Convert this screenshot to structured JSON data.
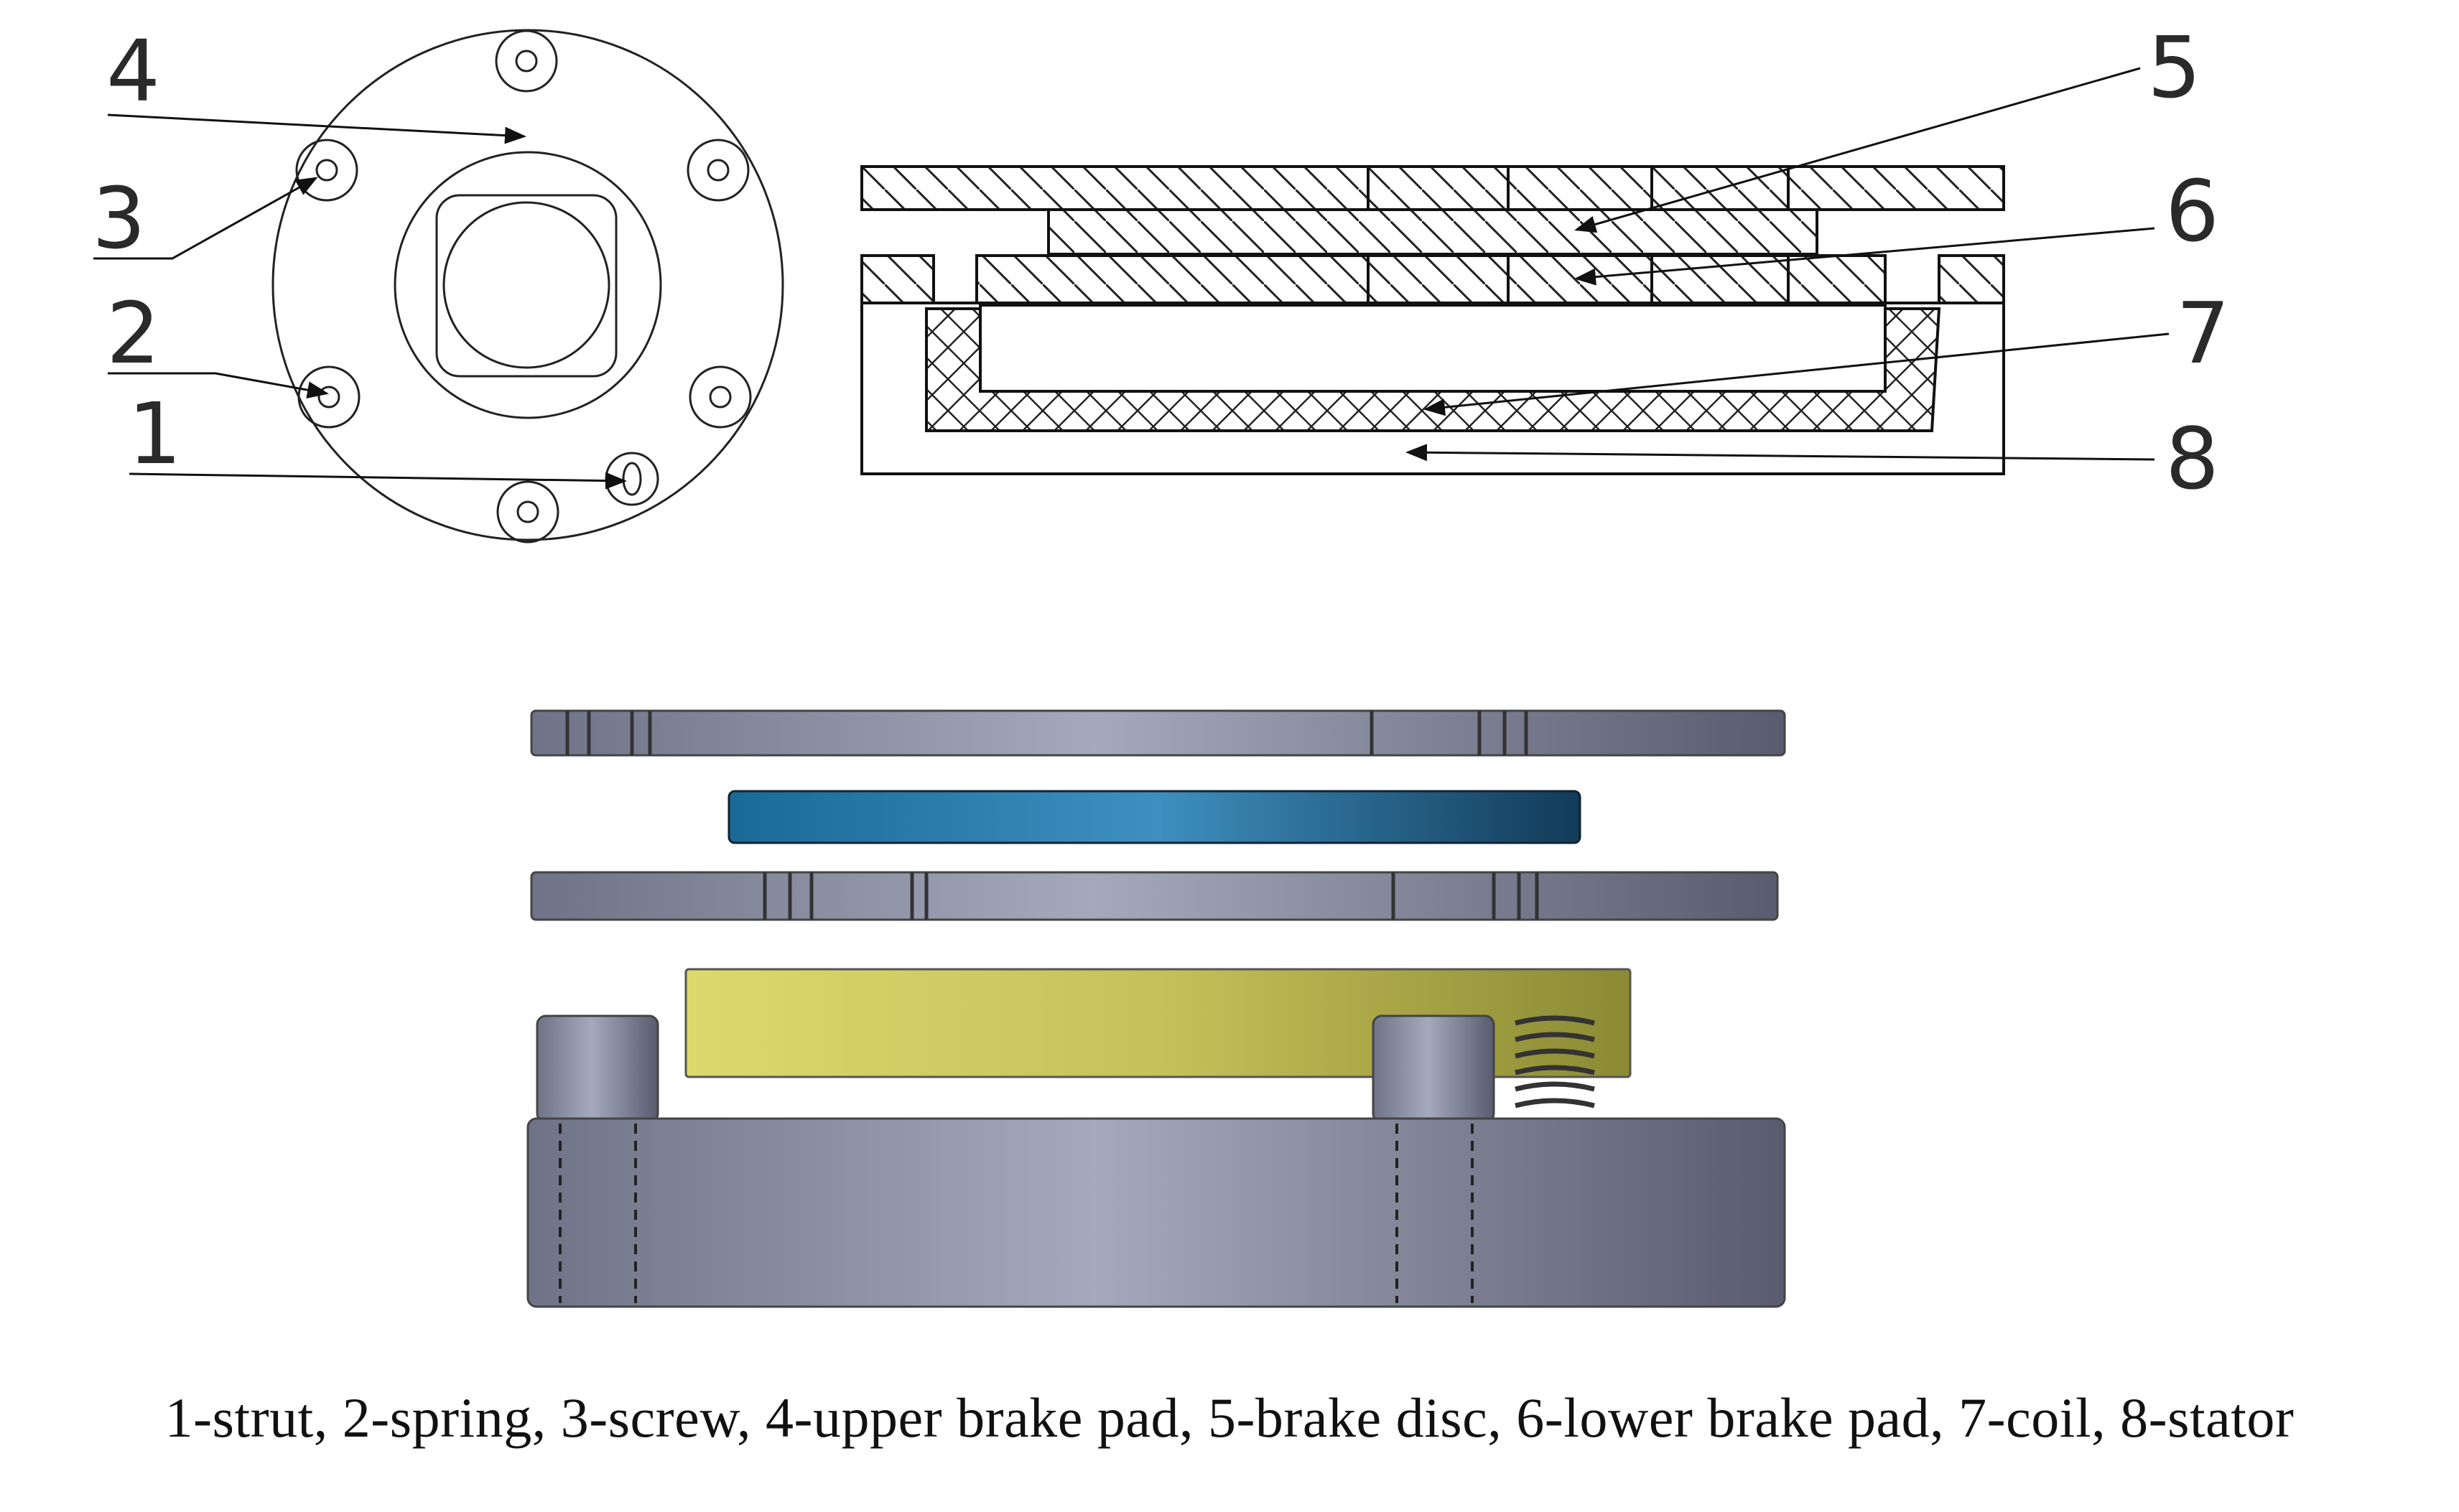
{
  "callouts": [
    "1",
    "2",
    "3",
    "4",
    "5",
    "6",
    "7",
    "8"
  ],
  "caption": "1-strut, 2-spring, 3-screw, 4-upper brake pad, 5-brake disc, 6-lower brake pad, 7-coil, 8-stator",
  "colors": {
    "brake_disc": "#1e6e9c",
    "lower_brake_pad": "#b6b04a",
    "metal_parts": "#8a8fa3",
    "line": "#111111"
  }
}
